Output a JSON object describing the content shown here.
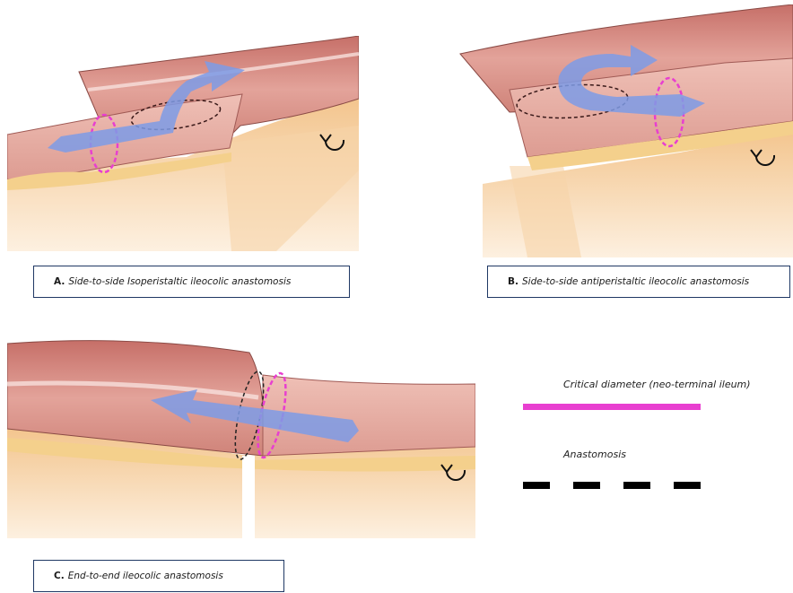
{
  "panels": [
    {
      "id": "A",
      "label": "A.",
      "caption": "Side-to-side Isoperistaltic ileocolic anastomosis"
    },
    {
      "id": "B",
      "label": "B.",
      "caption": "Side-to-side antiperistaltic ileocolic anastomosis"
    },
    {
      "id": "C",
      "label": "C.",
      "caption": "End-to-end ileocolic anastomosis"
    }
  ],
  "legend": {
    "critical_diameter": "Critical diameter (neo-terminal ileum)",
    "anastomosis": "Anastomosis"
  },
  "colors": {
    "critical_diameter": "#e83fd0",
    "anastomosis": "#000000",
    "flow_arrow": "#7d9be6",
    "bowel": "#d98f86",
    "fat": "#f0c089",
    "caption_border": "#1f3864"
  },
  "icons": [
    "flow-arrow-icon",
    "return-arrow-icon"
  ]
}
